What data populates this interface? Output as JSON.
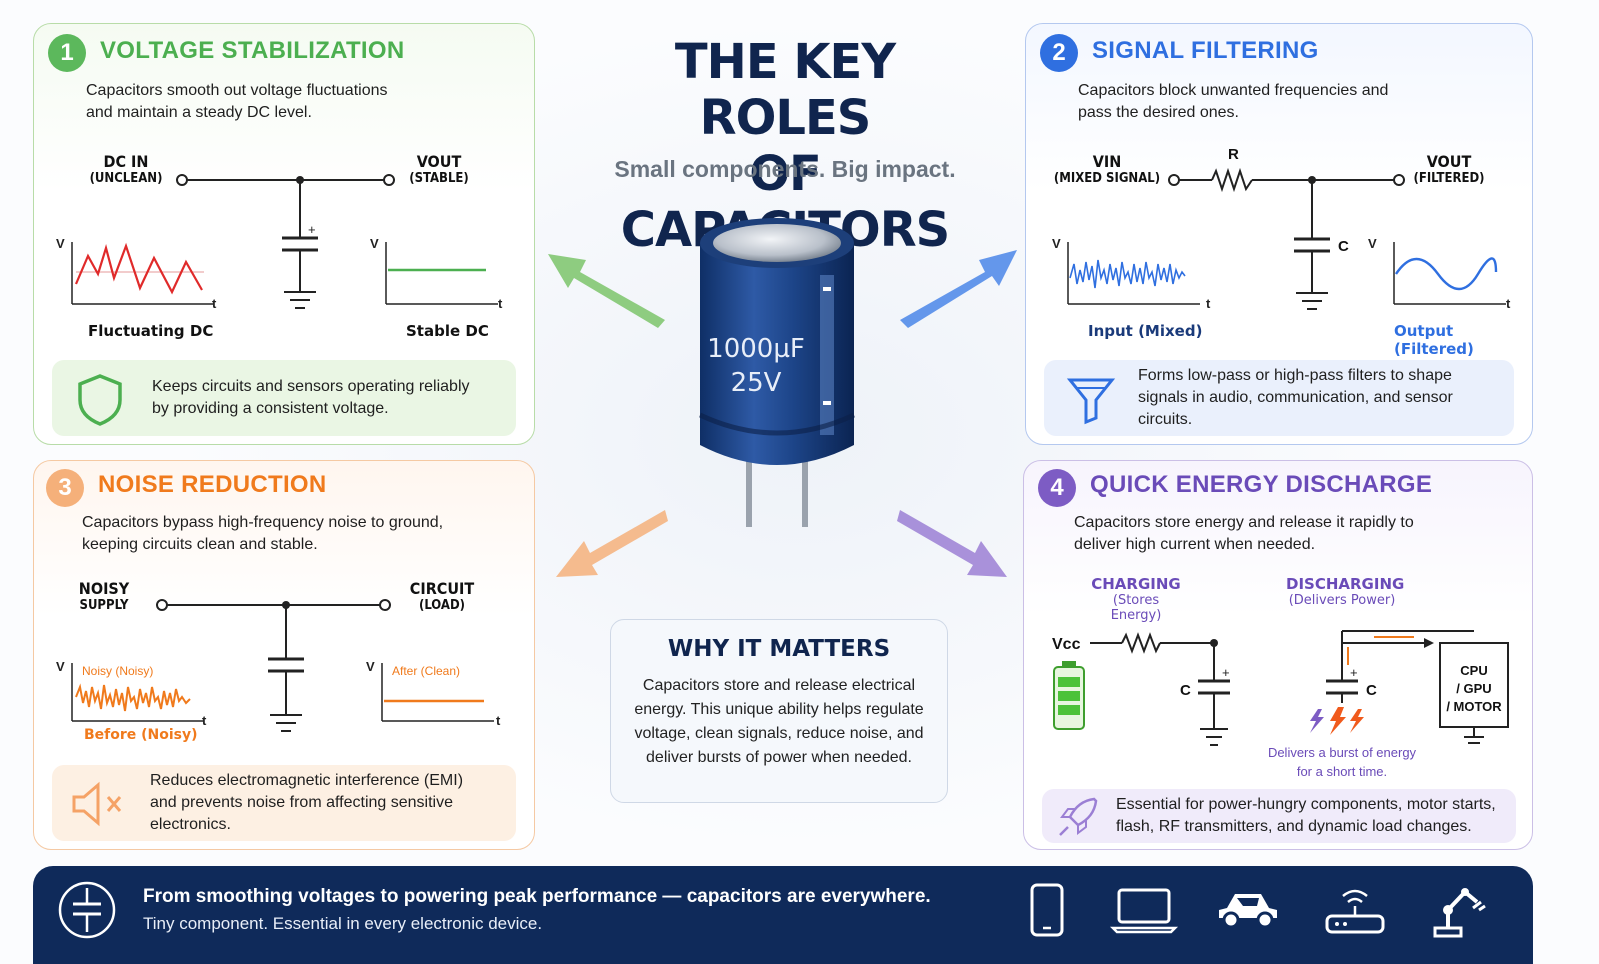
{
  "header": {
    "title_line1": "THE KEY ROLES",
    "title_line2": "OF CAPACITORS",
    "tagline": "Small components. Big impact."
  },
  "capacitor": {
    "value": "1000µF",
    "voltage": "25V"
  },
  "panels": {
    "voltage": {
      "number": "1",
      "title": "VOLTAGE STABILIZATION",
      "description_line1": "Capacitors smooth out voltage fluctuations",
      "description_line2": "and maintain a steady DC level.",
      "in_label": "DC IN",
      "in_sub": "(UNCLEAN)",
      "out_label": "VOUT",
      "out_sub": "(STABLE)",
      "plus": "+",
      "axis_v": "V",
      "axis_t": "t",
      "graph1_caption": "Fluctuating DC",
      "graph2_caption": "Stable DC",
      "note_line1": "Keeps circuits and sensors operating reliably",
      "note_line2": "by providing a consistent voltage.",
      "icon": "shield-icon",
      "color": "#5cb85c"
    },
    "filtering": {
      "number": "2",
      "title": "SIGNAL FILTERING",
      "description_line1": "Capacitors block unwanted frequencies and",
      "description_line2": "pass the desired ones.",
      "in_label": "VIN",
      "in_sub": "(MIXED SIGNAL)",
      "r_label": "R",
      "c_label": "C",
      "out_label": "VOUT",
      "out_sub": "(FILTERED)",
      "axis_v": "V",
      "axis_t": "t",
      "graph1_caption": "Input (Mixed)",
      "graph2_caption": "Output (Filtered)",
      "note_line1": "Forms low-pass or high-pass filters to shape",
      "note_line2": "signals in audio, communication, and sensor",
      "note_line3": "circuits.",
      "icon": "filter-funnel-icon",
      "color": "#2f6fe0"
    },
    "noise": {
      "number": "3",
      "title": "NOISE REDUCTION",
      "description_line1": "Capacitors bypass high-frequency noise to ground,",
      "description_line2": "keeping circuits clean and stable.",
      "in_label": "NOISY",
      "in_sub": "SUPPLY",
      "out_label": "CIRCUIT",
      "out_sub": "(LOAD)",
      "axis_v": "V",
      "axis_t": "t",
      "graph1_inner": "Noisy (Noisy)",
      "graph2_inner": "After (Clean)",
      "graph1_caption": "Before (Noisy)",
      "note_line1": "Reduces electromagnetic interference (EMI)",
      "note_line2": "and prevents noise from affecting sensitive",
      "note_line3": "electronics.",
      "icon": "speaker-mute-icon",
      "color": "#f08a2c"
    },
    "discharge": {
      "number": "4",
      "title": "QUICK ENERGY DISCHARGE",
      "description_line1": "Capacitors store energy and release it rapidly to",
      "description_line2": "deliver high current when needed.",
      "charging": "CHARGING",
      "charging_sub": "(Stores Energy)",
      "discharging": "DISCHARGING",
      "discharging_sub": "(Delivers Power)",
      "vcc": "Vcc",
      "c_label": "C",
      "plus": "+",
      "load_line1": "CPU",
      "load_line2": "/ GPU",
      "load_line3": "/ MOTOR",
      "burst_line1": "Delivers a burst of energy",
      "burst_line2": "for a short time.",
      "note_line1": "Essential for power-hungry components, motor starts,",
      "note_line2": "flash, RF transmitters, and dynamic load changes.",
      "icon": "rocket-icon",
      "color": "#7d5cc4"
    }
  },
  "why": {
    "title": "WHY IT MATTERS",
    "text": "Capacitors store and release electrical energy. This unique ability helps regulate voltage, clean signals, reduce noise, and deliver bursts of power when needed."
  },
  "footer": {
    "line1": "From smoothing voltages to powering peak performance — capacitors are everywhere.",
    "line2": "Tiny component. Essential in every electronic device.",
    "icons": [
      "capacitor-symbol-icon",
      "smartphone-icon",
      "laptop-icon",
      "car-icon",
      "router-icon",
      "robot-arm-icon"
    ]
  }
}
